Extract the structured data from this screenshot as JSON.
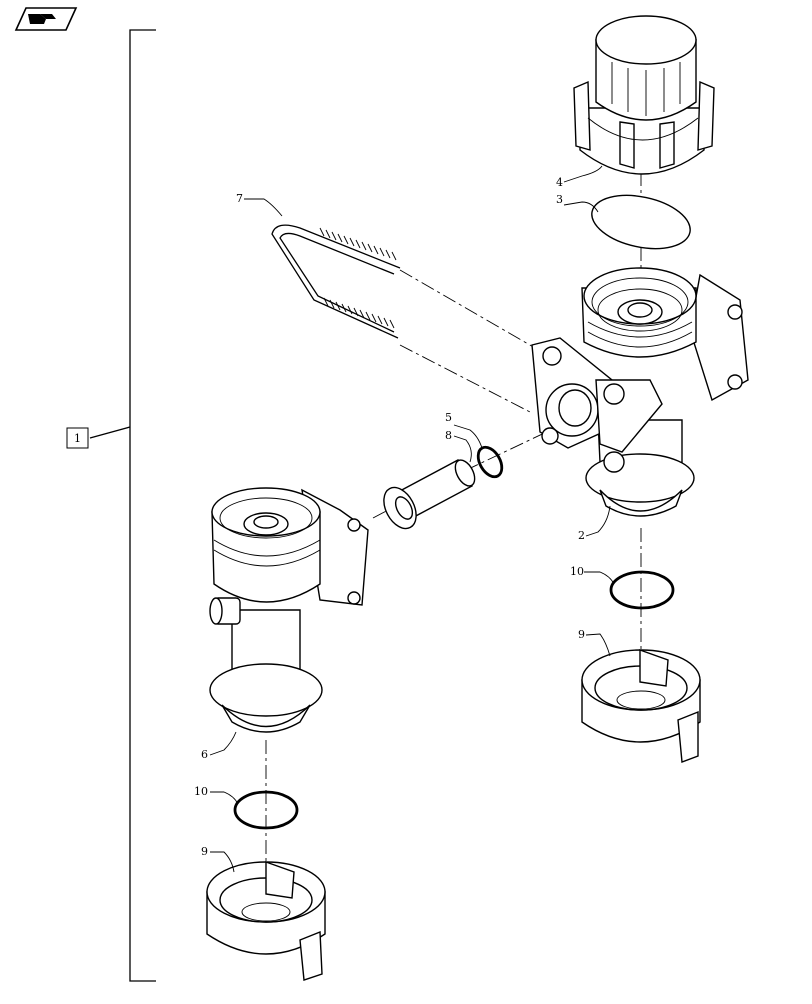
{
  "callouts": {
    "assembly": "1",
    "housing_right": "2",
    "seal_disk": "3",
    "cap": "4",
    "o_ring_small": "5",
    "housing_left": "6",
    "u_bolt": "7",
    "tube": "8",
    "nut_right": "9",
    "nut_left": "9",
    "o_ring_right": "10",
    "o_ring_left": "10"
  }
}
